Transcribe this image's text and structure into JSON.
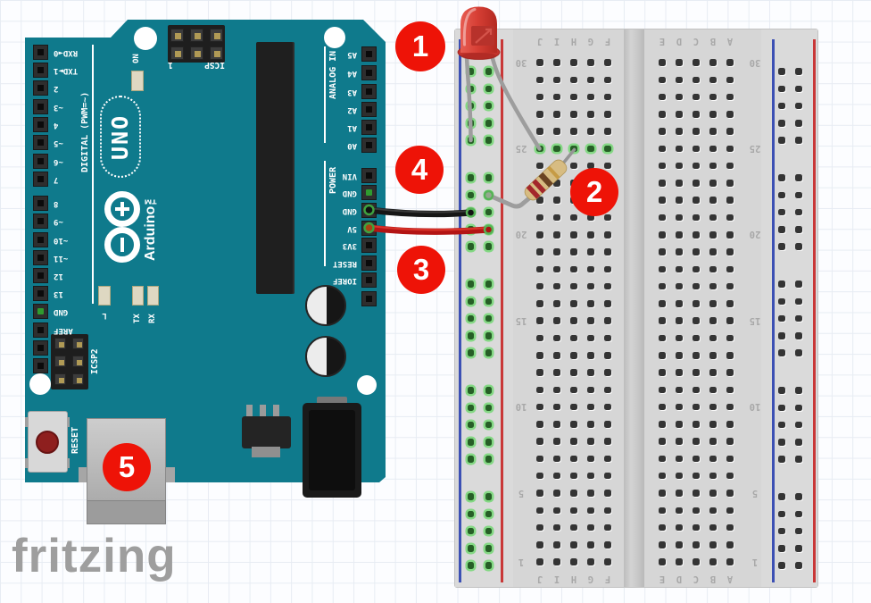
{
  "watermark": {
    "text": "fritzing"
  },
  "markers": [
    {
      "label": "1"
    },
    {
      "label": "2"
    },
    {
      "label": "3"
    },
    {
      "label": "4"
    },
    {
      "label": "5"
    }
  ],
  "arduino": {
    "logo_text": "UNO",
    "brand_text": "Arduino™",
    "on_label": "ON",
    "icsp_label": "ICSP",
    "icsp_pin1_label": "1",
    "icsp2_label": "ICSP2",
    "reset_label": "RESET",
    "digital_group_label": "DIGITAL (PWM=~)",
    "analog_group_label": "ANALOG IN",
    "power_group_label": "POWER",
    "led_l_label": "L",
    "led_tx_label": "TX",
    "led_rx_label": "RX",
    "digital_pins": [
      "RXD◄0",
      "TXD►1",
      "2",
      "~3",
      "4",
      "~5",
      "~6",
      "7",
      "8",
      "~9",
      "~10",
      "~11",
      "12",
      "13",
      "GND",
      "AREF",
      "",
      ""
    ],
    "analog_pins": [
      "A5",
      "A4",
      "A3",
      "A2",
      "A1",
      "A0"
    ],
    "power_pins": [
      "VIN",
      "GND",
      "GND",
      "5V",
      "3V3",
      "RESET",
      "IOREF",
      ""
    ]
  },
  "breadboard": {
    "left_column_labels": [
      "J",
      "I",
      "H",
      "G",
      "F"
    ],
    "right_column_labels": [
      "E",
      "D",
      "C",
      "B",
      "A"
    ],
    "row_number_labels": [
      "30",
      "25",
      "20",
      "15",
      "10",
      "5",
      "1"
    ]
  },
  "colors": {
    "board_teal": "#0f7a8c",
    "marker_red": "#ee1307",
    "wire_red": "#b31414",
    "wire_black": "#161616",
    "wire_grey": "#9d9d9d",
    "highlight_green": "#84d884",
    "led_red": "#d8413a",
    "resistor_beige": "#d7bc82",
    "breadboard_grey": "#d6d6d6"
  }
}
